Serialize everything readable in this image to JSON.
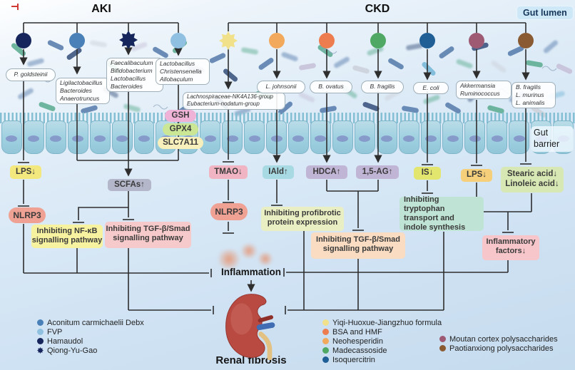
{
  "header": {
    "aki": "AKI",
    "ckd": "CKD",
    "gut_lumen": "Gut lumen",
    "gut_barrier": "Gut barrier"
  },
  "aki": {
    "columns": [
      {
        "marker": "Hamaudol",
        "marker_color": "#16265c",
        "marker_shape": "circle",
        "bacteria": [
          "P. goldsteinii"
        ]
      },
      {
        "marker": "Aconitum carmichaelii Debx",
        "marker_color": "#4a80b8",
        "marker_shape": "circle",
        "bacteria": [
          "Ligilactobacillus",
          "Bacteroides",
          "Anaerotruncus"
        ]
      },
      {
        "marker": "Qiong-Yu-Gao",
        "marker_color": "#16265c",
        "marker_shape": "star",
        "bacteria": [
          "Faecalibaculum",
          "Bifidobacterium",
          "Lactobacillus",
          "Bacteroides"
        ]
      },
      {
        "marker": "FVP",
        "marker_color": "#8fc0e2",
        "marker_shape": "circle",
        "bacteria": [
          "Lactobacillus",
          "Christensenella",
          "Allobaculum"
        ]
      }
    ]
  },
  "ckd": {
    "columns": [
      {
        "marker": "Yiqi-Huoxue-Jiangzhuo formula",
        "marker_color": "#f0e18a",
        "marker_shape": "star",
        "bacteria": [
          "Lachnospiraceae-NK4A136-group",
          "Eubacterium-nodatum-group"
        ]
      },
      {
        "marker": "Neohesperidin",
        "marker_color": "#f2a95c",
        "marker_shape": "circle",
        "bacteria": [
          "L. johnsonii"
        ]
      },
      {
        "marker": "BSA and HMF",
        "marker_color": "#ed7d4e",
        "marker_shape": "circle",
        "bacteria": [
          "B. ovatus"
        ]
      },
      {
        "marker": "Madecassoside",
        "marker_color": "#4fa863",
        "marker_shape": "circle",
        "bacteria": [
          "B. fragilis"
        ]
      },
      {
        "marker": "Isoquercitrin",
        "marker_color": "#1f5f96",
        "marker_shape": "circle",
        "bacteria": [
          "E. coli"
        ]
      },
      {
        "marker": "Moutan cortex polysaccharides",
        "marker_color": "#9e5a72",
        "marker_shape": "circle",
        "bacteria": [
          "Akkermansia",
          "Ruminococcus"
        ]
      },
      {
        "marker": "Paotianxiong polysaccharides",
        "marker_color": "#8a5a33",
        "marker_shape": "circle",
        "bacteria": [
          "B. fragilis",
          "L. murinus",
          "L. animalis"
        ]
      }
    ]
  },
  "mediators": {
    "gsh": "GSH",
    "gpx4": "GPX4",
    "slc7a11": "SLC7A11"
  },
  "metabolites": {
    "lps_left": "LPS↓",
    "scfas": "SCFAs↑",
    "tmao": "TMAO↓",
    "iald": "IAld↑",
    "hdca": "HDCA↑",
    "ag15": "1,5-AG↑",
    "is": "IS↓",
    "lps_right": "LPS↓",
    "stearic": "Stearic acid↓",
    "linoleic": "Linoleic acid↓"
  },
  "pathways": {
    "nlrp3_left": "NLRP3",
    "nlrp3_mid": "NLRP3",
    "nfkb": "Inhibiting NF-κB signalling pathway",
    "tgf_left": "Inhibiting TGF-β/Smad signalling pathway",
    "profibrotic": "Inhibiting profibrotic protein expression",
    "tgf_right": "Inhibiting TGF-β/Smad signalling pathway",
    "tryptophan": "Inhibiting tryptophan transport and indole synthesis",
    "inflammatory": "Inflammatory factors↓"
  },
  "outcome": {
    "inflammation": "Inflammation",
    "renal_fibrosis": "Renal fibrosis"
  },
  "legend": {
    "left": [
      {
        "color": "#4a80b8",
        "shape": "circle",
        "label": "Aconitum carmichaelii Debx"
      },
      {
        "color": "#90c0e0",
        "shape": "circle",
        "label": "FVP"
      },
      {
        "color": "#16265c",
        "shape": "circle",
        "label": "Hamaudol"
      },
      {
        "color": "#16265c",
        "shape": "star",
        "label": "Qiong-Yu-Gao"
      }
    ],
    "middle": [
      {
        "color": "#f0e18a",
        "shape": "circle",
        "label": "Yiqi-Huoxue-Jiangzhuo formula"
      },
      {
        "color": "#ed7d4e",
        "shape": "circle",
        "label": "BSA and HMF"
      },
      {
        "color": "#f2a95c",
        "shape": "circle",
        "label": "Neohesperidin"
      },
      {
        "color": "#4fa863",
        "shape": "circle",
        "label": "Madecassoside"
      },
      {
        "color": "#1f5f96",
        "shape": "circle",
        "label": "Isoquercitrin"
      }
    ],
    "right": [
      {
        "color": "#9e5a72",
        "shape": "circle",
        "label": "Moutan cortex polysaccharides"
      },
      {
        "color": "#8a5a33",
        "shape": "circle",
        "label": "Paotianxiong polysaccharides"
      }
    ]
  },
  "colors": {
    "line": "#2e2e2e",
    "epithelium": "#9ed0e0",
    "nucleus": "#8292c7",
    "lps_left_bg": "#f3e87e",
    "scfas_bg": "#b4b6ca",
    "tmao_bg": "#f0b4c3",
    "iald_bg": "#a8dae4",
    "hdca_bg": "#c1b5d6",
    "ag15_bg": "#c1b5d6",
    "is_bg": "#e3e66e",
    "lps_right_bg": "#f5cf7a",
    "stearic_bg": "#d8e8b4",
    "nlrp3_bg": "#efa193",
    "nfkb_bg": "#f6f2a0",
    "tgf_left_bg": "#f6caca",
    "profibrotic_bg": "#eaefc3",
    "tgf_right_bg": "#f9dcc2",
    "tryptophan_bg": "#bfe3d5",
    "inflammatory_bg": "#f6c6ca",
    "gsh_bg": "#efb3d7",
    "gpx4_bg": "#cbe795",
    "slc7a11_bg": "#f7efbc",
    "gut_lumen_bg": "#cfe8f8",
    "kidney": "#b84a42",
    "ureter": "#e2c183",
    "vein": "#3f6cb2"
  }
}
